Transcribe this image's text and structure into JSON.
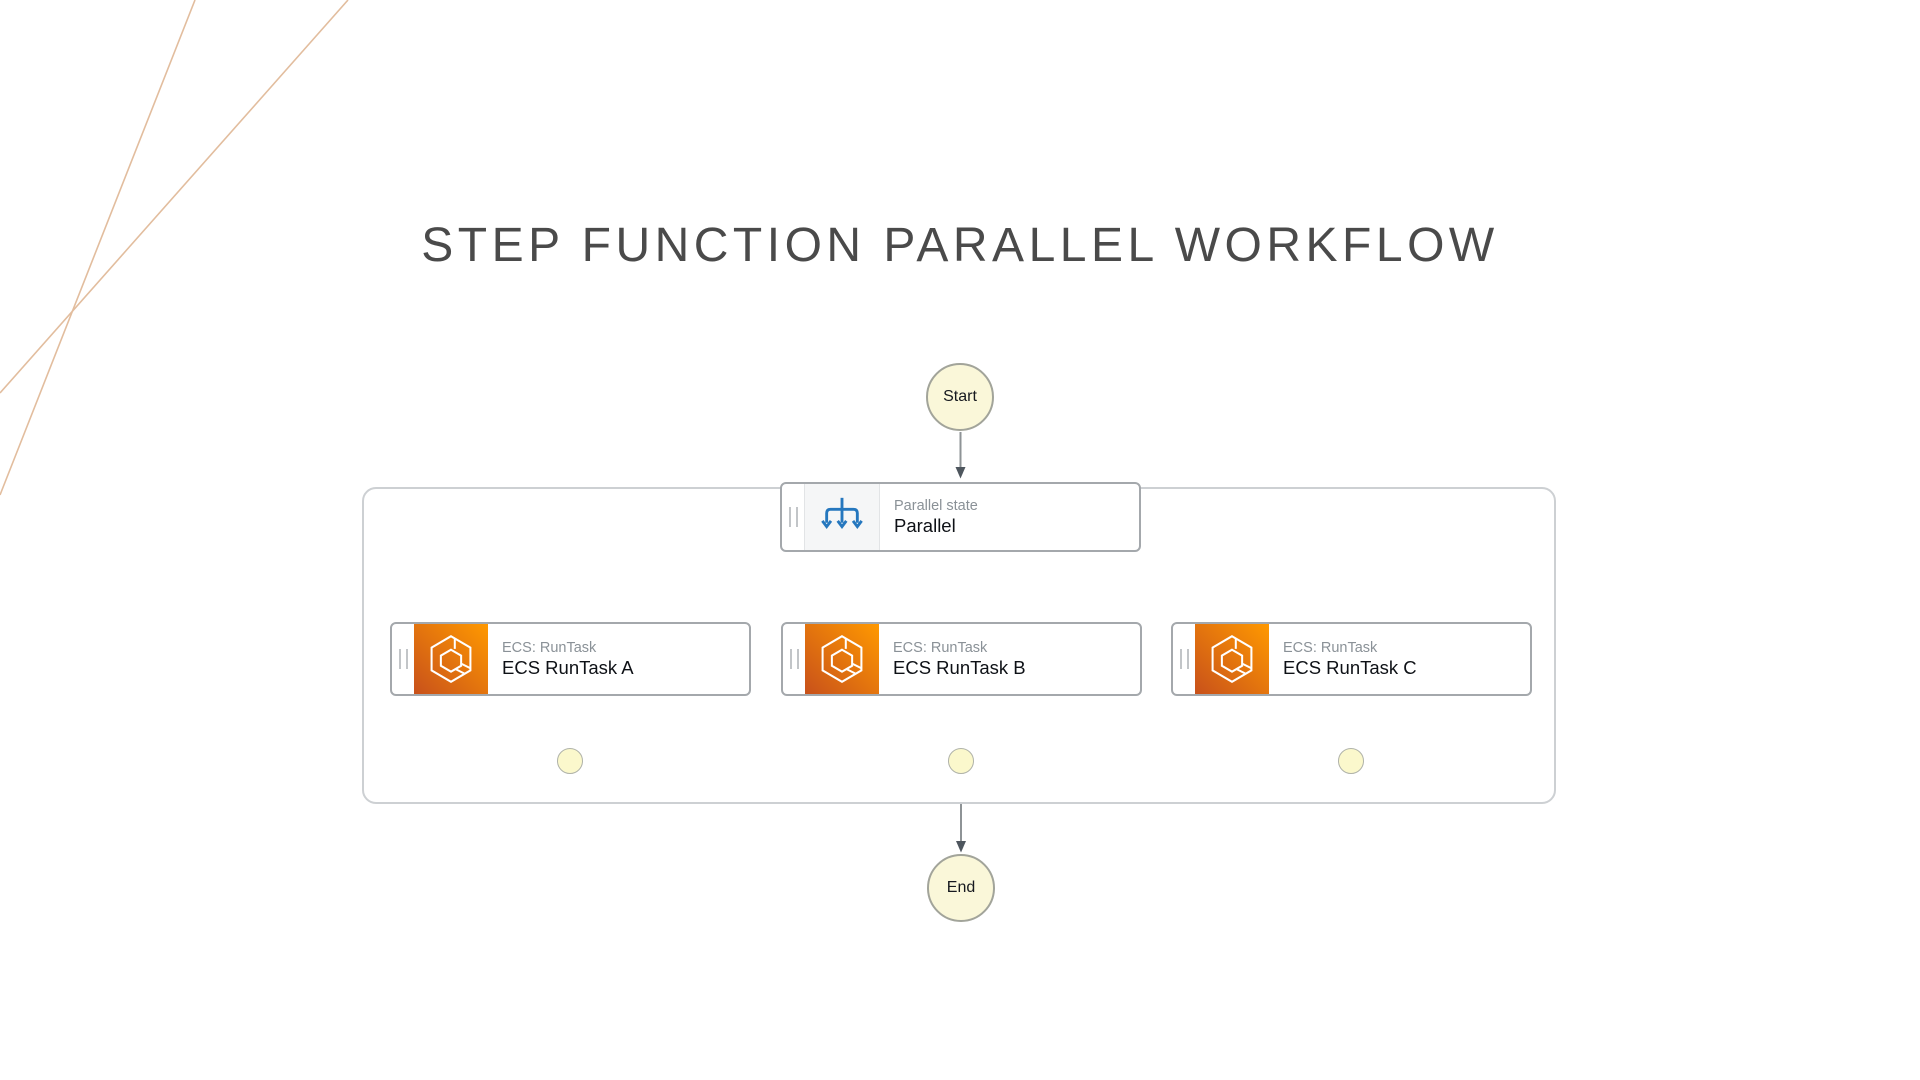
{
  "title": "STEP FUNCTION PARALLEL WORKFLOW",
  "diagram": {
    "start_label": "Start",
    "end_label": "End",
    "parallel": {
      "type_label": "Parallel state",
      "name": "Parallel",
      "icon": "parallel-branch-icon"
    },
    "tasks": [
      {
        "type_label": "ECS: RunTask",
        "name": "ECS RunTask A",
        "icon": "ecs-icon"
      },
      {
        "type_label": "ECS: RunTask",
        "name": "ECS RunTask B",
        "icon": "ecs-icon"
      },
      {
        "type_label": "ECS: RunTask",
        "name": "ECS RunTask C",
        "icon": "ecs-icon"
      }
    ],
    "colors": {
      "ecs_gradient_start": "#C8511B",
      "ecs_gradient_end": "#FF9900",
      "parallel_icon_blue": "#2577BE",
      "state_circle_fill": "#FAF7D9",
      "terminal_dot_fill": "#FBF8CC",
      "arrow_line_gray": "#8E9396",
      "arrowhead_gray": "#4E565E",
      "node_border_gray": "#A4A8AC",
      "container_border_gray": "#CDD0D3",
      "decorative_line_tan": "#E2BD9E",
      "title_text": "#4A4A4A"
    }
  }
}
